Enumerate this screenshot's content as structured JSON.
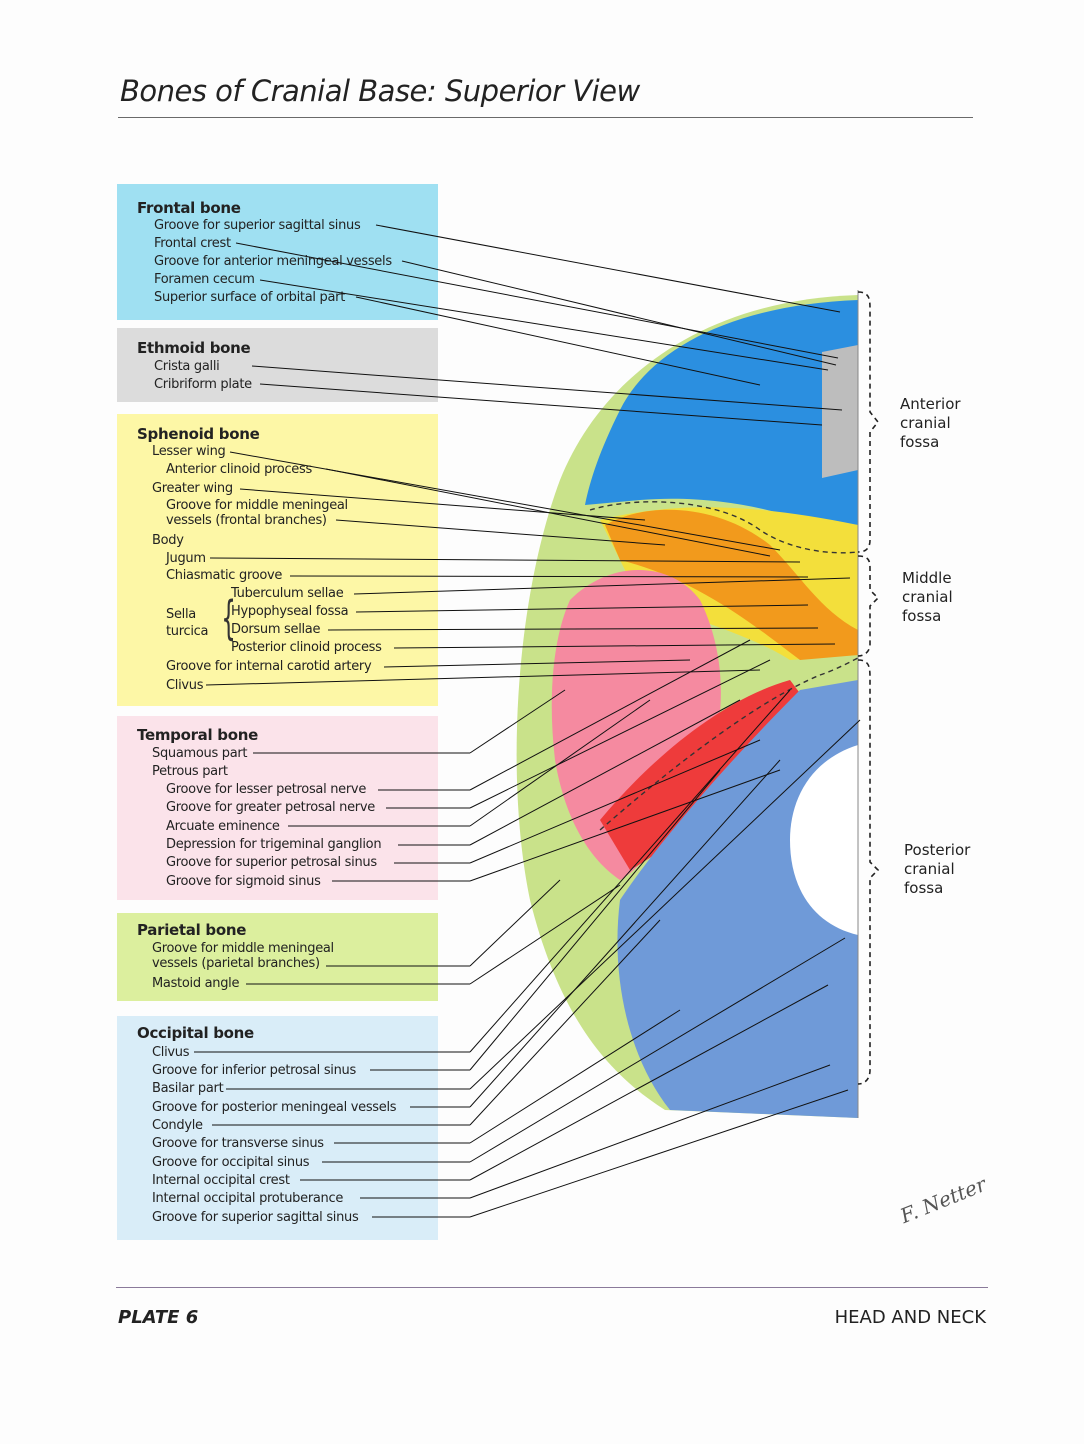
{
  "title": "Bones of Cranial Base: Superior View",
  "footer": {
    "plate": "PLATE 6",
    "section": "HEAD AND NECK"
  },
  "signature": "F. Netter",
  "regions": {
    "anterior": "Anterior cranial fossa",
    "middle": "Middle cranial fossa",
    "posterior": "Posterior cranial fossa"
  },
  "bones": {
    "frontal": {
      "name": "Frontal bone",
      "color": "#9fe0f2",
      "items": [
        "Groove for superior sagittal sinus",
        "Frontal crest",
        "Groove for anterior meningeal vessels",
        "Foramen cecum",
        "Superior surface of orbital part"
      ]
    },
    "ethmoid": {
      "name": "Ethmoid bone",
      "color": "#dcdcdc",
      "items": [
        "Crista galli",
        "Cribriform plate"
      ]
    },
    "sphenoid": {
      "name": "Sphenoid bone",
      "color": "#fdf7a6",
      "items": [
        "Lesser wing",
        "Anterior clinoid process",
        "Greater wing",
        "Groove for middle meningeal vessels (frontal branches)",
        "Body",
        "Jugum",
        "Chiasmatic groove",
        "Tuberculum sellae",
        "Hypophyseal fossa",
        "Dorsum sellae",
        "Posterior clinoid process",
        "Groove for internal carotid artery",
        "Clivus"
      ],
      "sella_label_1": "Sella",
      "sella_label_2": "turcica"
    },
    "temporal": {
      "name": "Temporal bone",
      "color": "#fbe3ea",
      "items": [
        "Squamous part",
        "Petrous part",
        "Groove for lesser petrosal nerve",
        "Groove for greater petrosal nerve",
        "Arcuate eminence",
        "Depression for trigeminal ganglion",
        "Groove for superior petrosal sinus",
        "Groove for sigmoid sinus"
      ]
    },
    "parietal": {
      "name": "Parietal bone",
      "color": "#dcef9e",
      "items": [
        "Groove for middle meningeal vessels (parietal branches)",
        "Mastoid angle"
      ]
    },
    "occipital": {
      "name": "Occipital bone",
      "color": "#d9edf8",
      "items": [
        "Clivus",
        "Groove for inferior petrosal sinus",
        "Basilar part",
        "Groove for posterior meningeal vessels",
        "Condyle",
        "Groove for transverse sinus",
        "Groove for occipital sinus",
        "Internal occipital crest",
        "Internal occipital protuberance",
        "Groove for superior sagittal sinus"
      ]
    }
  }
}
